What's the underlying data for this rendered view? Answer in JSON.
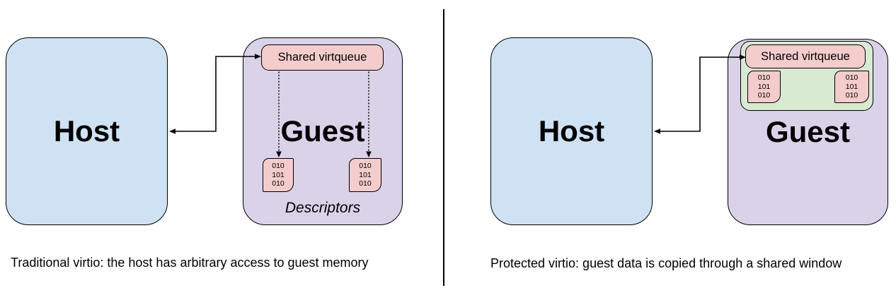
{
  "colors": {
    "host-fill": "#cfe2f3",
    "guest-fill": "#d9d2e9",
    "queue-fill": "#f4cccc",
    "window-fill": "#d9ead3",
    "stroke": "#000000",
    "background": "#ffffff"
  },
  "left_panel": {
    "host": {
      "label": "Host"
    },
    "guest": {
      "label": "Guest"
    },
    "virtqueue": {
      "label": "Shared virtqueue"
    },
    "descriptors": {
      "label": "Descriptors",
      "blocks": [
        "010\n101\n010",
        "010\n101\n010"
      ]
    },
    "caption": "Traditional virtio: the host has arbitrary access to guest memory"
  },
  "right_panel": {
    "host": {
      "label": "Host"
    },
    "guest": {
      "label": "Guest"
    },
    "virtqueue": {
      "label": "Shared virtqueue"
    },
    "shared_window": {
      "blocks": [
        "010\n101\n010",
        "010\n101\n010"
      ]
    },
    "caption": "Protected virtio: guest data is copied through a shared window"
  }
}
